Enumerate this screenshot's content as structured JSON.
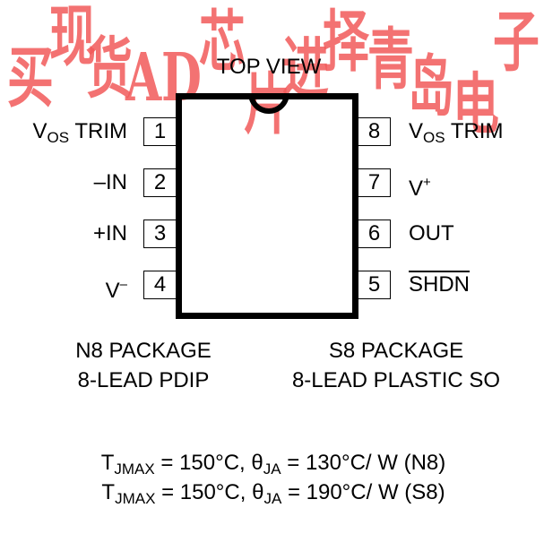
{
  "watermark": {
    "characters": [
      "买",
      "现",
      "货",
      "A",
      "D",
      "芯",
      "片",
      "进",
      "择",
      "青",
      "岛",
      "电",
      "子"
    ],
    "color": "#f25a5a"
  },
  "diagram": {
    "title": "TOP VIEW",
    "left_pins": [
      {
        "number": "1",
        "label_main": "V",
        "label_sub": "OS",
        "label_rest": " TRIM",
        "label_sup": ""
      },
      {
        "number": "2",
        "label_main": "–IN",
        "label_sub": "",
        "label_rest": "",
        "label_sup": ""
      },
      {
        "number": "3",
        "label_main": "+IN",
        "label_sub": "",
        "label_rest": "",
        "label_sup": ""
      },
      {
        "number": "4",
        "label_main": "V",
        "label_sub": "",
        "label_rest": "",
        "label_sup": "–"
      }
    ],
    "right_pins": [
      {
        "number": "8",
        "label_main": "V",
        "label_sub": "OS",
        "label_rest": " TRIM",
        "label_sup": ""
      },
      {
        "number": "7",
        "label_main": "V",
        "label_sub": "",
        "label_rest": "",
        "label_sup": "+"
      },
      {
        "number": "6",
        "label_main": "OUT",
        "label_sub": "",
        "label_rest": "",
        "label_sup": ""
      },
      {
        "number": "5",
        "label_main": "SHDN",
        "label_sub": "",
        "label_rest": "",
        "label_sup": "",
        "overline": true
      }
    ],
    "packages": {
      "left": {
        "line1": "N8 PACKAGE",
        "line2": "8-LEAD PDIP"
      },
      "right": {
        "line1": "S8 PACKAGE",
        "line2": "8-LEAD PLASTIC SO"
      }
    },
    "thermal": [
      {
        "t": "T",
        "t_sub": "JMAX",
        "mid": " = 150°C, ",
        "theta": "θ",
        "theta_sub": "JA",
        "rest": " = 130°C/ W (N8)"
      },
      {
        "t": "T",
        "t_sub": "JMAX",
        "mid": " = 150°C, ",
        "theta": "θ",
        "theta_sub": "JA",
        "rest": " = 190°C/ W (S8)"
      }
    ]
  }
}
